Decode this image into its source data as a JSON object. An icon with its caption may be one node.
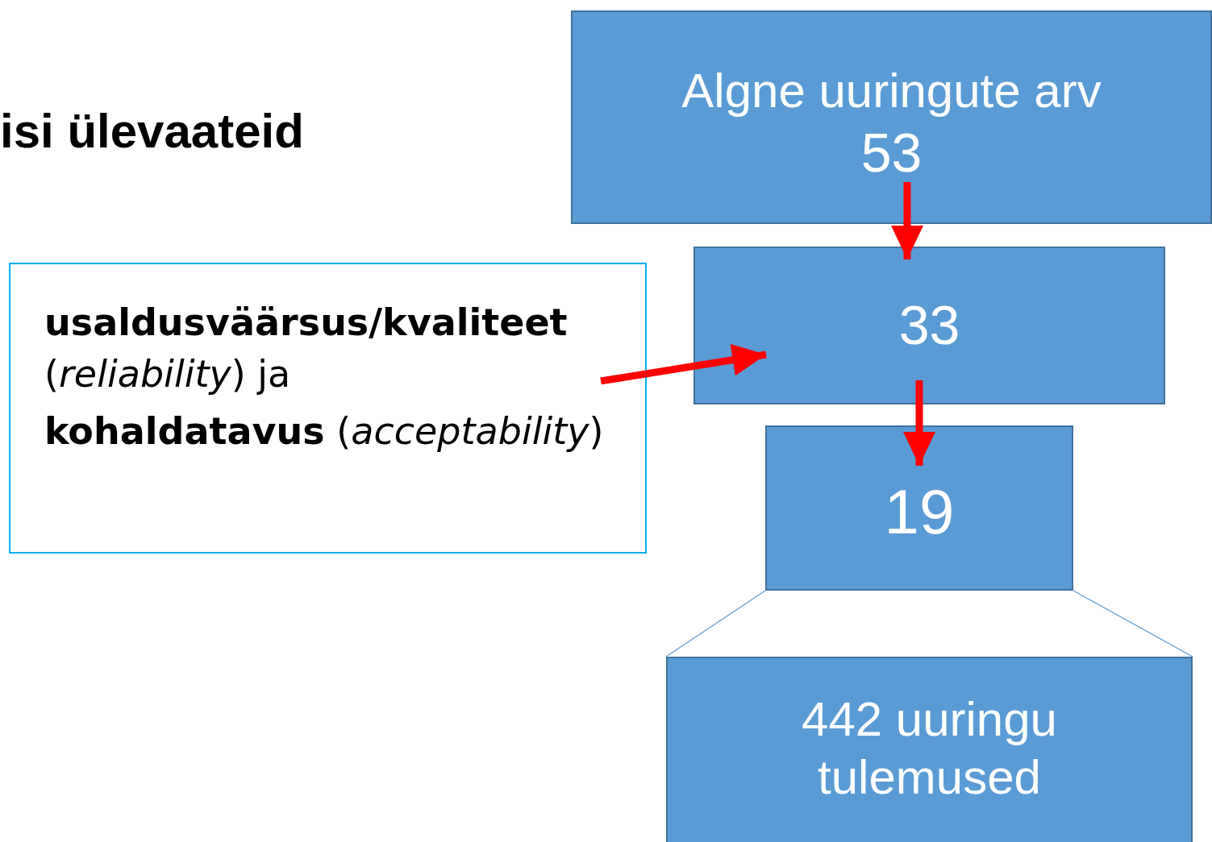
{
  "diagram": {
    "title": "isi ülevaateid",
    "nodes": [
      {
        "text": [
          "Algne uuringute arv",
          "53"
        ]
      },
      {
        "text": [
          "33"
        ]
      },
      {
        "text": [
          "19"
        ]
      },
      {
        "text": [
          "442 uuringu tulemused"
        ]
      },
      {
        "text": [
          "**usaldusväärsus/kvaliteet** (*reliability*) ja",
          "**kohaldatavus** (*acceptability*)"
        ]
      }
    ],
    "edges": [
      {
        "from": 0,
        "to": 1,
        "arrow": "to"
      },
      {
        "from": 1,
        "to": 2,
        "arrow": "to"
      },
      {
        "from": 4,
        "to": 1,
        "arrow": "to"
      },
      {
        "from": 2,
        "to": 3,
        "arrow": "none",
        "color": "#5b9bd5"
      },
      {
        "from": 2,
        "to": 3,
        "arrow": "none",
        "color": "#5b9bd5"
      }
    ]
  }
}
